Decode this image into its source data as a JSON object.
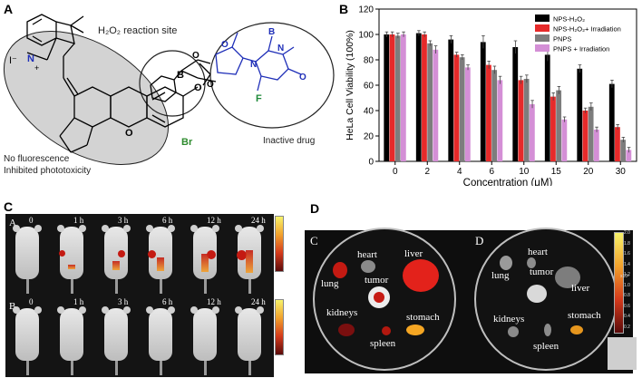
{
  "panels": {
    "a": {
      "letter": "A",
      "h2o2_site": "H₂O₂ reaction site",
      "no_fluorescence": "No fluorescence",
      "inhibited": "Inhibited phototoxicity",
      "inactive_drug": "Inactive drug",
      "atoms": {
        "B1": "B",
        "B2": "B",
        "O1": "O",
        "O2": "O",
        "O3": "O",
        "O4": "O",
        "O5": "O",
        "O6": "O",
        "N1": "N",
        "N2": "N",
        "N3": "N",
        "I": "I⁻",
        "plus": "+",
        "Br": "Br",
        "F": "F"
      }
    },
    "b": {
      "letter": "B"
    },
    "c": {
      "letter": "C",
      "row_a": "A",
      "row_b": "B",
      "times": [
        "0",
        "1 h",
        "3 h",
        "6 h",
        "12 h",
        "24 h"
      ]
    },
    "d": {
      "letter": "D",
      "plate_c": "C",
      "plate_d": "D",
      "organs_c": {
        "heart": "heart",
        "lung": "lung",
        "tumor": "tumor",
        "liver": "liver",
        "kidneys": "kidneys",
        "spleen": "spleen",
        "stomach": "stomach"
      },
      "organs_d": {
        "heart": "heart",
        "lung": "lung",
        "tumor": "tumor",
        "liver": "liver",
        "kidneys": "kidneys",
        "spleen": "spleen",
        "stomach": "stomach"
      },
      "scale_ticks": [
        "2.0",
        "1.8",
        "1.6",
        "1.4",
        "1.2",
        "1.0",
        "0.8",
        "0.6",
        "0.4",
        "0.2"
      ],
      "scale_unit": "x10⁸",
      "colors": {
        "liver": "#e3221b",
        "stomach": "#f5a623",
        "plate_bg": "#0b0b0b"
      }
    }
  },
  "chart_data": {
    "type": "bar",
    "categories": [
      "0",
      "2",
      "4",
      "6",
      "10",
      "15",
      "20",
      "30"
    ],
    "xlabel": "Concentration (μM)",
    "ylabel": "HeLa Cell Viability (100%)",
    "ylim": [
      0,
      120
    ],
    "yticks": [
      0,
      20,
      40,
      60,
      80,
      100,
      120
    ],
    "legend_position": "top-right",
    "series": [
      {
        "name": "NPS-H₂O₂",
        "color": "#000000",
        "values": [
          100,
          101,
          96,
          94,
          90,
          84,
          73,
          61
        ],
        "errors": [
          2,
          2,
          3,
          5,
          5,
          5,
          3,
          3
        ]
      },
      {
        "name": "NPS-H₂O₂+ Irradiation",
        "color": "#e62a2a",
        "values": [
          100,
          100,
          84,
          76,
          64,
          51,
          40,
          27
        ],
        "errors": [
          2,
          2,
          2,
          3,
          3,
          3,
          2,
          2
        ]
      },
      {
        "name": "PNPS",
        "color": "#7d7d7d",
        "values": [
          99,
          93,
          82,
          72,
          65,
          56,
          43,
          17
        ],
        "errors": [
          2,
          2,
          2,
          3,
          3,
          3,
          3,
          2
        ]
      },
      {
        "name": "PNPS + Irradiation",
        "color": "#d48fd6",
        "values": [
          100,
          88,
          74,
          64,
          45,
          33,
          25,
          9
        ],
        "errors": [
          2,
          3,
          2,
          3,
          3,
          2,
          2,
          2
        ]
      }
    ]
  }
}
